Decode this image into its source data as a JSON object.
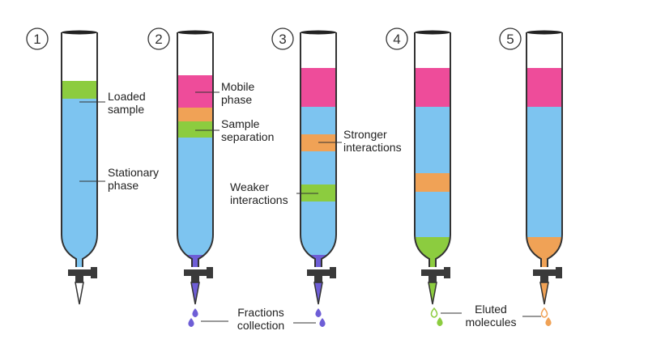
{
  "steps": [
    {
      "number": "1"
    },
    {
      "number": "2"
    },
    {
      "number": "3"
    },
    {
      "number": "4"
    },
    {
      "number": "5"
    }
  ],
  "labels": {
    "loaded_sample": [
      "Loaded",
      "sample"
    ],
    "stationary_phase": [
      "Stationary",
      "phase"
    ],
    "mobile_phase": [
      "Mobile",
      "phase"
    ],
    "sample_separation": [
      "Sample",
      "separation"
    ],
    "stronger_interactions": [
      "Stronger",
      "interactions"
    ],
    "weaker_interactions": [
      "Weaker",
      "interactions"
    ],
    "fractions_collection": [
      "Fractions",
      "collection"
    ],
    "eluted_molecules": [
      "Eluted",
      "molecules"
    ]
  },
  "colors": {
    "stationary": "#7dc4f0",
    "mobile": "#ee4c9a",
    "green_band": "#8ccc3f",
    "orange_band": "#f0a256",
    "purple_drop": "#6e5ed6",
    "stopcock": "#3a3a3a",
    "outline": "#333333"
  }
}
